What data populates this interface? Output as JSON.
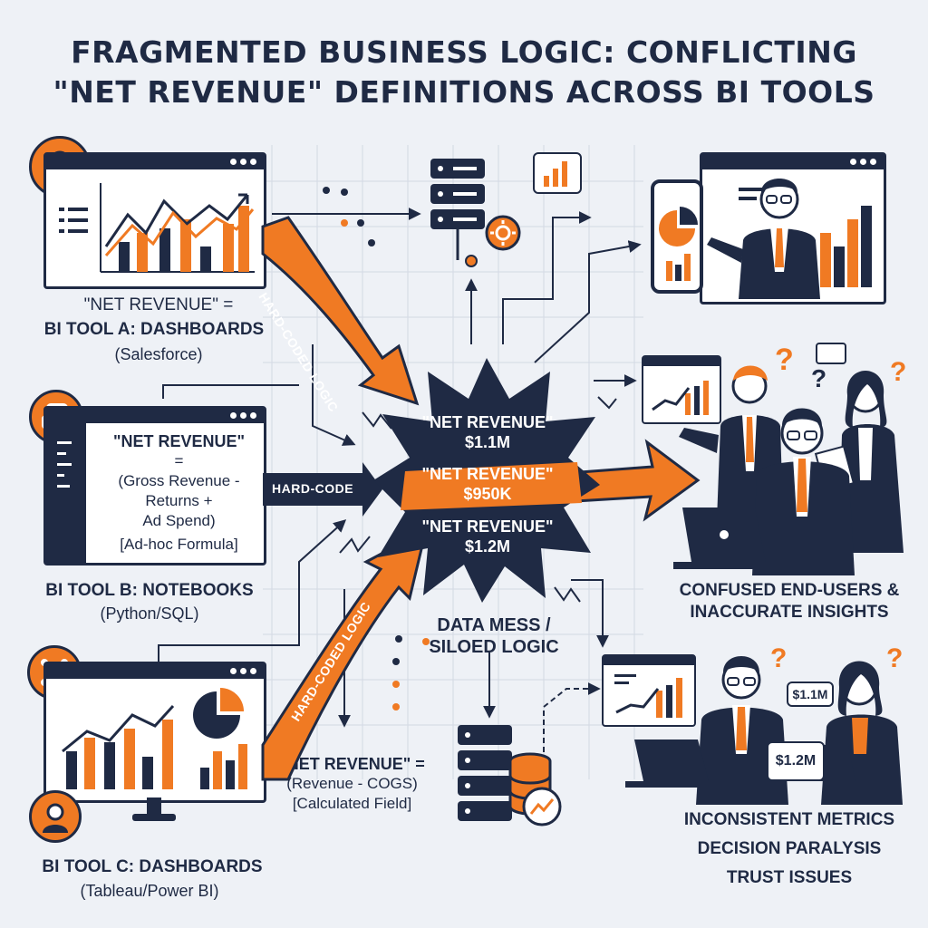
{
  "title": {
    "line1": "FRAGMENTED BUSINESS LOGIC: CONFLICTING",
    "line2": "\"NET REVENUE\" DEFINITIONS ACROSS BI TOOLS"
  },
  "tool_a": {
    "formula_head": "\"NET REVENUE\" =",
    "name": "BI TOOL A: DASHBOARDS",
    "source": "(Salesforce)"
  },
  "tool_b": {
    "formula_head": "\"NET REVENUE\"",
    "formula_eq": "=",
    "formula_l1": "(Gross Revenue -",
    "formula_l2": "Returns +",
    "formula_l3": "Ad Spend)",
    "formula_tag": "[Ad-hoc Formula]",
    "name": "BI TOOL B: NOTEBOOKS",
    "source": "(Python/SQL)"
  },
  "tool_c": {
    "formula_head": "\"NET REVENUE\" =",
    "formula_l1": "(Revenue - COGS)",
    "formula_tag": "[Calculated Field]",
    "name": "BI TOOL C: DASHBOARDS",
    "source": "(Tableau/Power BI)"
  },
  "arrows": {
    "top": "HARD-CODED LOGIC",
    "middle": "HARD-CODE",
    "bottom": "HARD-CODED LOGIC"
  },
  "burst": {
    "v1_label": "\"NET REVENUE\"",
    "v1_value": "$1.1M",
    "v2_label": "\"NET REVENUE\"",
    "v2_value": "$950K",
    "v3_label": "\"NET REVENUE\"",
    "v3_value": "$1.2M"
  },
  "data_mess": {
    "line1": "DATA MESS /",
    "line2": "SILOED LOGIC"
  },
  "confused": {
    "line1": "CONFUSED END-USERS &",
    "line2": "INACCURATE INSIGHTS"
  },
  "consequences": {
    "line1": "INCONSISTENT METRICS",
    "line2": "DECISION PARALYSIS",
    "line3": "TRUST ISSUES"
  },
  "bubbles": {
    "b1": "$1.1M",
    "b2": "$1.2M"
  },
  "colors": {
    "navy": "#1f2a44",
    "orange": "#f07a23",
    "background": "#eef1f6"
  }
}
